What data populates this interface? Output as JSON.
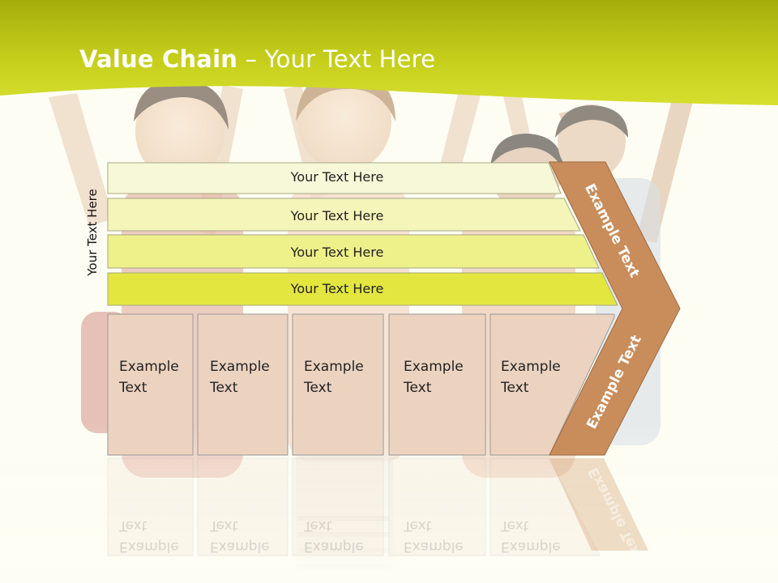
{
  "slide": {
    "title_bold": "Value Chain",
    "title_rest": " – Your Text Here",
    "side_label": "Your Text Here"
  },
  "bars": [
    {
      "label": "Your Text Here"
    },
    {
      "label": "Your Text Here"
    },
    {
      "label": "Your Text Here"
    },
    {
      "label": "Your Text Here"
    }
  ],
  "boxes": [
    {
      "line1": "Example",
      "line2": "Text"
    },
    {
      "line1": "Example",
      "line2": "Text"
    },
    {
      "line1": "Example",
      "line2": "Text"
    },
    {
      "line1": "Example",
      "line2": "Text"
    },
    {
      "line1": "Example",
      "line2": "Text"
    }
  ],
  "arrow": {
    "upper_label": "Example Text",
    "lower_label": "Example Text"
  },
  "colors": {
    "header_green": "#c8d41e",
    "bar_fills": [
      "#f7f8d8",
      "#f4f5b8",
      "#eef08a",
      "#e4e640"
    ],
    "box_fill": "#ecd3c0",
    "arrow_fill": "#c98d5b"
  }
}
